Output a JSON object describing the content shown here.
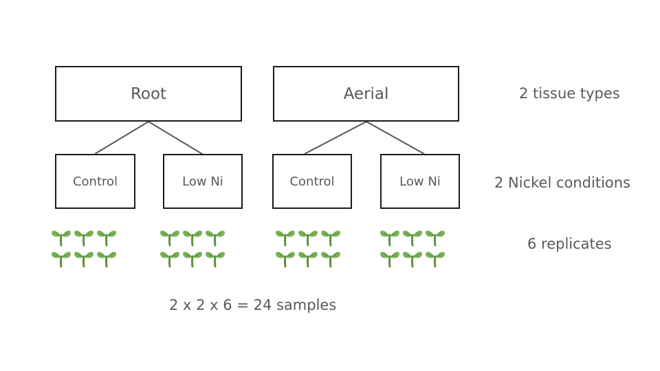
{
  "tissues": [
    {
      "name": "Root",
      "conditions": [
        "Control",
        "Low Ni"
      ]
    },
    {
      "name": "Aerial",
      "conditions": [
        "Control",
        "Low Ni"
      ]
    }
  ],
  "labels": {
    "tissue_types": "2 tissue types",
    "nickel_conditions": "2 Nickel conditions",
    "replicates": "6 replicates",
    "total": "2 x 2 x 6 = 24 samples"
  },
  "replicates_per_group": 6,
  "colors": {
    "border": "#1a1a1a",
    "text": "#595959",
    "line": "#555555",
    "seedling_leaf": "#77b255",
    "seedling_leaf_dark": "#5c913b"
  },
  "icons": {
    "replicate": "seedling-icon"
  }
}
